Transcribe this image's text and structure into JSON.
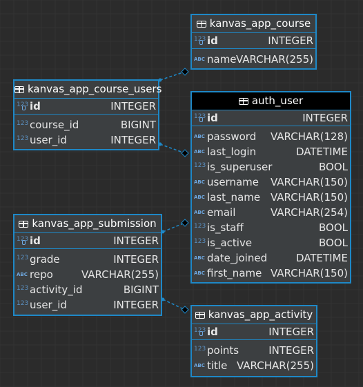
{
  "colors": {
    "background": "#2b2b2b",
    "entity_fill": "#3c3f41",
    "border": "#1e88c7",
    "text": "#e6e6e6"
  },
  "entities": [
    {
      "id": "kanvas_app_course",
      "title": "kanvas_app_course",
      "pk": [
        {
          "name": "id",
          "type": "INTEGER",
          "icon": "numeric-key-icon"
        }
      ],
      "columns": [
        {
          "name": "name",
          "type": "VARCHAR(255)",
          "icon": "text-icon"
        }
      ]
    },
    {
      "id": "kanvas_app_course_users",
      "title": "kanvas_app_course_users",
      "pk": [
        {
          "name": "id",
          "type": "INTEGER",
          "icon": "numeric-key-icon"
        }
      ],
      "columns": [
        {
          "name": "course_id",
          "type": "BIGINT",
          "icon": "numeric-icon"
        },
        {
          "name": "user_id",
          "type": "INTEGER",
          "icon": "numeric-icon"
        }
      ]
    },
    {
      "id": "auth_user",
      "title": "auth_user",
      "pk": [
        {
          "name": "id",
          "type": "INTEGER",
          "icon": "numeric-key-icon"
        }
      ],
      "columns": [
        {
          "name": "password",
          "type": "VARCHAR(128)",
          "icon": "text-icon"
        },
        {
          "name": "last_login",
          "type": "DATETIME",
          "icon": "text-icon"
        },
        {
          "name": "is_superuser",
          "type": "BOOL",
          "icon": "numeric-icon"
        },
        {
          "name": "username",
          "type": "VARCHAR(150)",
          "icon": "text-icon"
        },
        {
          "name": "last_name",
          "type": "VARCHAR(150)",
          "icon": "text-icon"
        },
        {
          "name": "email",
          "type": "VARCHAR(254)",
          "icon": "text-icon"
        },
        {
          "name": "is_staff",
          "type": "BOOL",
          "icon": "numeric-icon"
        },
        {
          "name": "is_active",
          "type": "BOOL",
          "icon": "numeric-icon"
        },
        {
          "name": "date_joined",
          "type": "DATETIME",
          "icon": "text-icon"
        },
        {
          "name": "first_name",
          "type": "VARCHAR(150)",
          "icon": "text-icon"
        }
      ]
    },
    {
      "id": "kanvas_app_submission",
      "title": "kanvas_app_submission",
      "pk": [
        {
          "name": "id",
          "type": "INTEGER",
          "icon": "numeric-key-icon"
        }
      ],
      "columns": [
        {
          "name": "grade",
          "type": "INTEGER",
          "icon": "numeric-icon"
        },
        {
          "name": "repo",
          "type": "VARCHAR(255)",
          "icon": "text-icon"
        },
        {
          "name": "activity_id",
          "type": "BIGINT",
          "icon": "numeric-icon"
        },
        {
          "name": "user_id",
          "type": "INTEGER",
          "icon": "numeric-icon"
        }
      ]
    },
    {
      "id": "kanvas_app_activity",
      "title": "kanvas_app_activity",
      "pk": [
        {
          "name": "id",
          "type": "INTEGER",
          "icon": "numeric-key-icon"
        }
      ],
      "columns": [
        {
          "name": "points",
          "type": "INTEGER",
          "icon": "numeric-icon"
        },
        {
          "name": "title",
          "type": "VARCHAR(255)",
          "icon": "text-icon"
        }
      ]
    }
  ],
  "relationships": [
    {
      "from": "kanvas_app_course_users",
      "to": "kanvas_app_course"
    },
    {
      "from": "kanvas_app_course_users",
      "to": "auth_user"
    },
    {
      "from": "kanvas_app_submission",
      "to": "auth_user"
    },
    {
      "from": "kanvas_app_submission",
      "to": "kanvas_app_activity"
    }
  ]
}
